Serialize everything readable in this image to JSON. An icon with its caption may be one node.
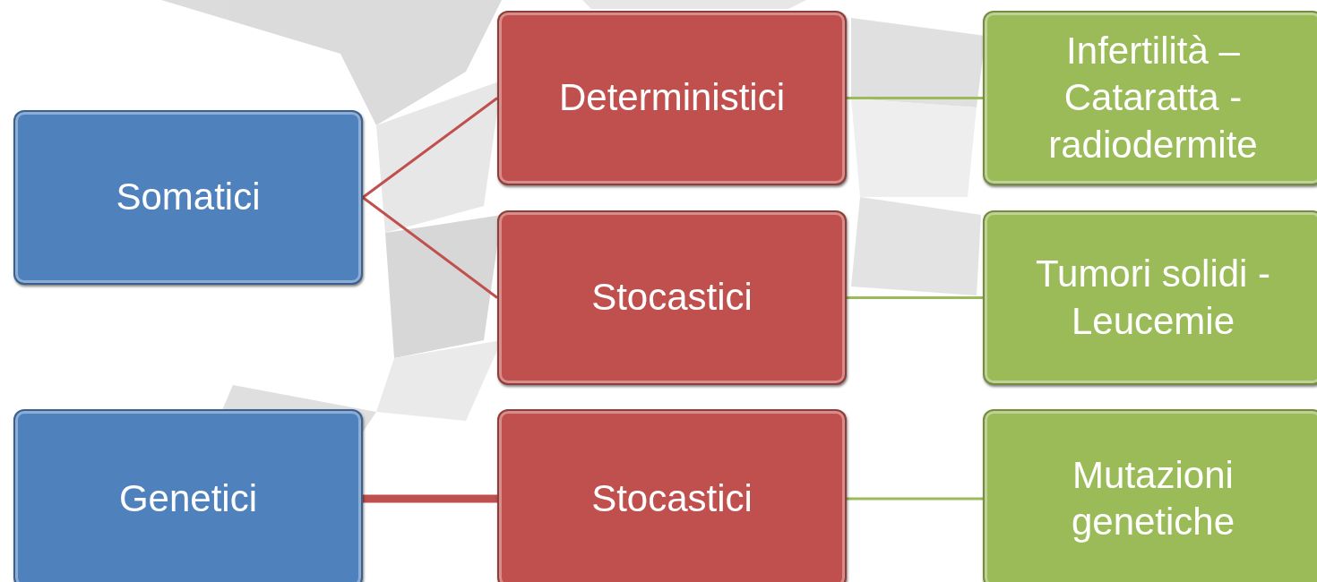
{
  "diagram": {
    "nodes": [
      {
        "text": [
          "Somatici"
        ]
      },
      {
        "text": [
          "Deterministici"
        ]
      },
      {
        "text": [
          "Infertilità – Cataratta - radiodermite"
        ]
      },
      {
        "text": [
          "Stocastici"
        ]
      },
      {
        "text": [
          "Tumori solidi - Leucemie"
        ]
      },
      {
        "text": [
          "Genetici"
        ]
      },
      {
        "text": [
          "Stocastici"
        ]
      },
      {
        "text": [
          "Mutazioni genetiche"
        ]
      }
    ],
    "edges": [
      {
        "from": 0,
        "to": 1,
        "arrow": "none"
      },
      {
        "from": 0,
        "to": 3,
        "arrow": "none"
      },
      {
        "from": 1,
        "to": 2,
        "arrow": "none",
        "color": "#9bbb59"
      },
      {
        "from": 3,
        "to": 4,
        "arrow": "none",
        "color": "#9bbb59"
      },
      {
        "from": 5,
        "to": 6,
        "arrow": "none",
        "style": "thick"
      },
      {
        "from": 6,
        "to": 7,
        "arrow": "none",
        "color": "#9bbb59"
      }
    ]
  }
}
